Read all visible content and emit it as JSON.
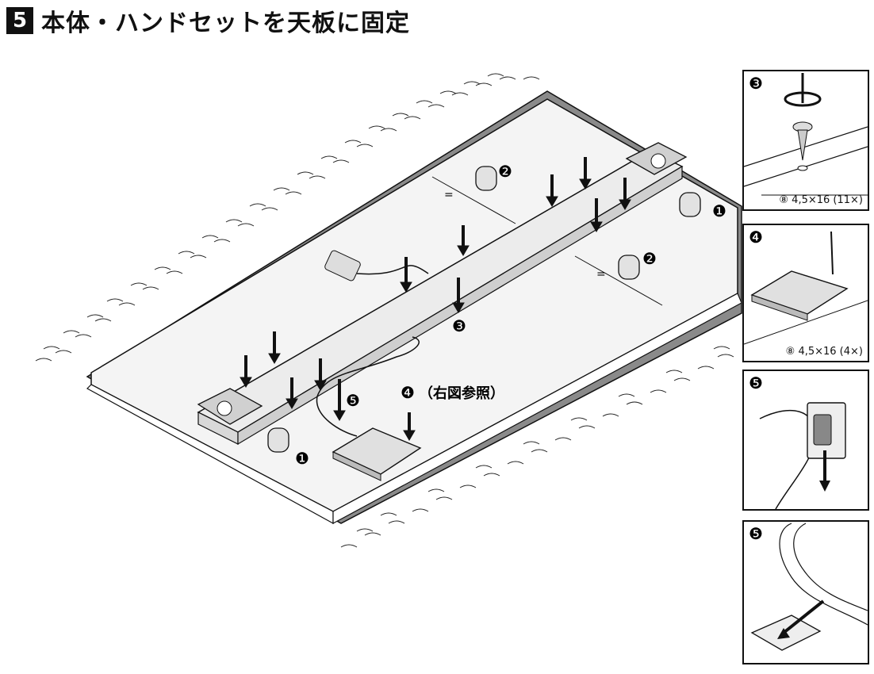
{
  "header": {
    "step_number": "5",
    "title": "本体・ハンドセットを天板に固定"
  },
  "main": {
    "callouts": {
      "c1": "❶",
      "c2": "❷",
      "c3": "❸",
      "c4": "❹",
      "c5": "❺",
      "ref_note": "（右図参照）",
      "equal_mark": "="
    }
  },
  "panels": [
    {
      "marker": "❸",
      "caption": "⑧ 4,5×16 (11×)"
    },
    {
      "marker": "❹",
      "caption": "⑧ 4,5×16 (4×)"
    },
    {
      "marker": "❺",
      "caption": ""
    },
    {
      "marker": "❺",
      "caption": ""
    }
  ]
}
